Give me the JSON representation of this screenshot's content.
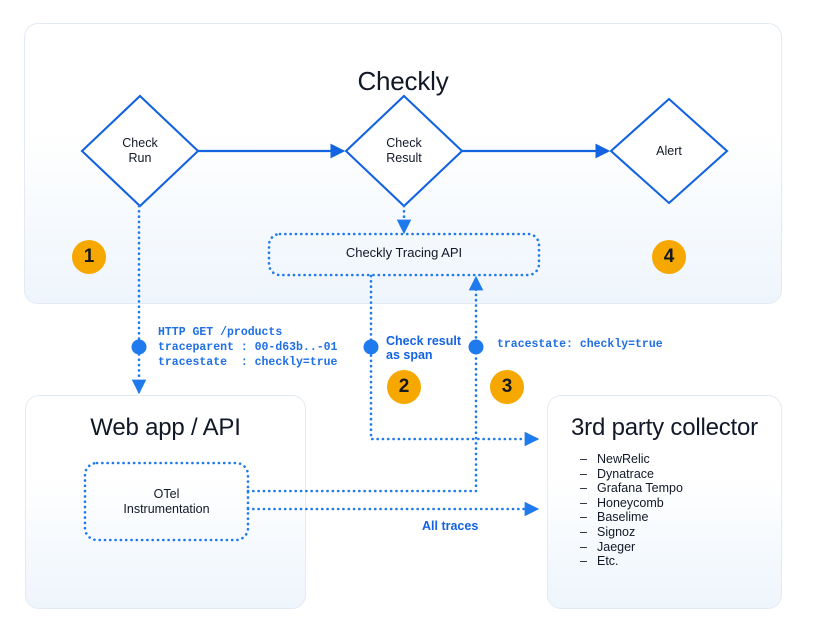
{
  "colors": {
    "accent_blue": "#1463e0",
    "dotted_blue": "#1f7aed",
    "badge_orange": "#f7a800",
    "title_dark": "#111827",
    "panel_border": "#e3eaf3"
  },
  "checkly_panel": {
    "title": "Checkly",
    "nodes": [
      {
        "id": "check-run",
        "label": "Check\nRun",
        "shape": "diamond"
      },
      {
        "id": "check-result",
        "label": "Check\nResult",
        "shape": "diamond"
      },
      {
        "id": "alert",
        "label": "Alert",
        "shape": "diamond"
      },
      {
        "id": "tracing-api",
        "label": "Checkly Tracing API",
        "shape": "dotted-rounded-rect"
      }
    ],
    "badges": [
      {
        "id": "badge-1",
        "number": "1"
      },
      {
        "id": "badge-4",
        "number": "4"
      }
    ]
  },
  "webapp_panel": {
    "title": "Web app / API",
    "inner_box": {
      "label": "OTel\nInstrumentation"
    }
  },
  "collector_panel": {
    "title": "3rd party collector",
    "items": [
      "NewRelic",
      "Dynatrace",
      "Grafana Tempo",
      "Honeycomb",
      "Baselime",
      "Signoz",
      "Jaeger",
      "Etc."
    ],
    "bullet": "–"
  },
  "annotations": {
    "http_note": "HTTP GET /products\ntraceparent : 00-d63b..-01\ntracestate  : checkly=true",
    "check_result_span": "Check result\nas span",
    "tracestate_note": "tracestate: checkly=true",
    "all_traces": "All traces",
    "badges": [
      {
        "id": "badge-2",
        "number": "2"
      },
      {
        "id": "badge-3",
        "number": "3"
      }
    ]
  }
}
